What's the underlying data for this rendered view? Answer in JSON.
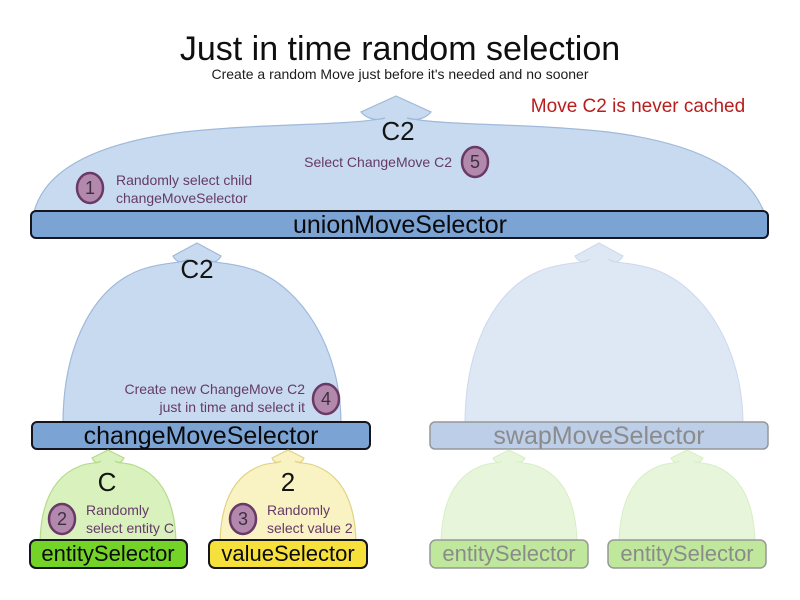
{
  "title": "Just in time random selection",
  "subtitle": "Create a random Move just before it's needed and no sooner",
  "note": "Move C2 is never cached",
  "nodes": {
    "union": {
      "label": "unionMoveSelector",
      "output": "C2"
    },
    "change": {
      "label": "changeMoveSelector",
      "output": "C2"
    },
    "swap": {
      "label": "swapMoveSelector"
    },
    "entity": {
      "label": "entitySelector",
      "output": "C"
    },
    "value": {
      "label": "valueSelector",
      "output": "2"
    },
    "entityFaded1": {
      "label": "entitySelector"
    },
    "entityFaded2": {
      "label": "entitySelector"
    }
  },
  "steps": {
    "s1": {
      "num": "1",
      "line1": "Randomly select child",
      "line2": "changeMoveSelector"
    },
    "s2": {
      "num": "2",
      "line1": "Randomly",
      "line2": "select entity C"
    },
    "s3": {
      "num": "3",
      "line1": "Randomly",
      "line2": "select value 2"
    },
    "s4": {
      "num": "4",
      "line1": "Create new ChangeMove C2",
      "line2": "just in time and select it"
    },
    "s5": {
      "num": "5",
      "line1": "Select ChangeMove C2"
    }
  },
  "colors": {
    "noteRed": "#bb1c1c",
    "bellBlue": "#c8daf0",
    "bellBlueFaded": "#dee7f4",
    "barBlue": "#7ba3d4",
    "barBlueFaded": "#bdcfe8",
    "bellGreen": "#d8f1bd",
    "bellGreenFaded": "#e7f6da",
    "barGreen": "#74d327",
    "barGreenFaded": "#bfe89c",
    "bellYellow": "#f9f2c2",
    "barYellow": "#f6e03b",
    "badgeFill": "#b288ad",
    "annotationPurple": "#653a68"
  }
}
